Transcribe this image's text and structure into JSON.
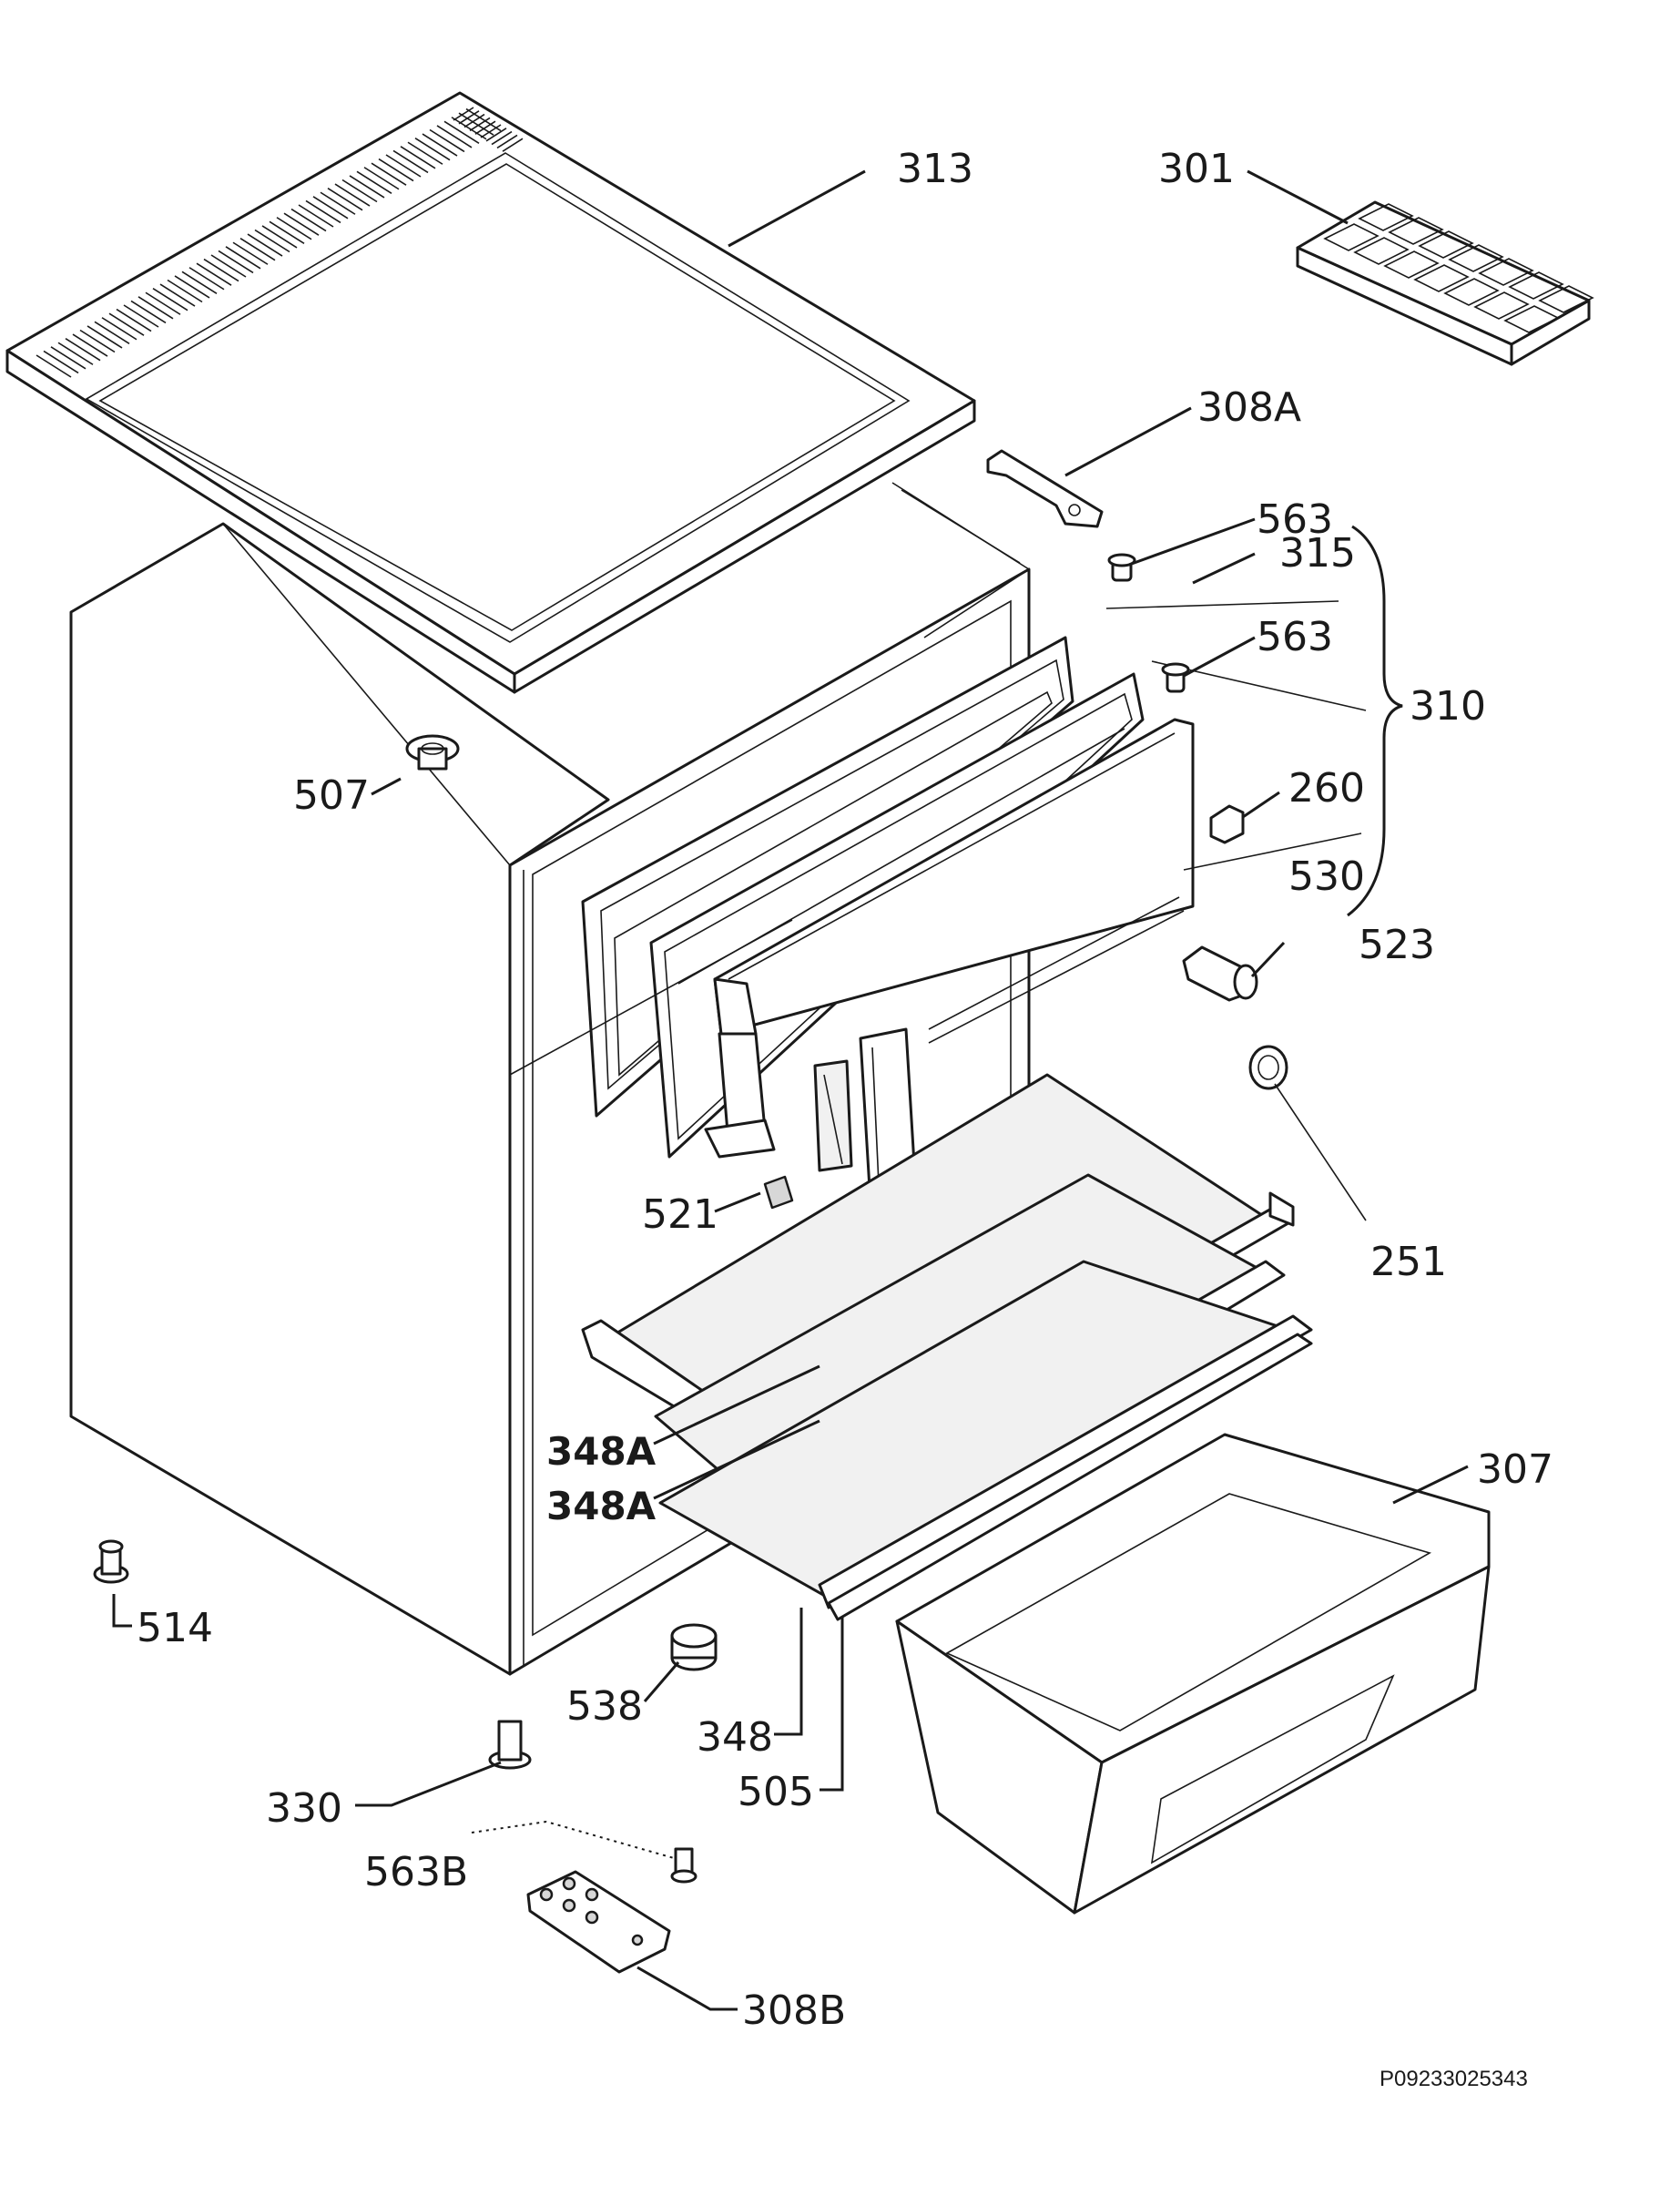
{
  "diagram": {
    "reference_code": "P09233025343",
    "callouts": {
      "c313": "313",
      "c301": "301",
      "c308a": "308A",
      "c563a": "563",
      "c315": "315",
      "c563b": "563",
      "c310": "310",
      "c260": "260",
      "c507": "507",
      "c530": "530",
      "c523": "523",
      "c251": "251",
      "c521": "521",
      "c348a1": "348A",
      "c348a2": "348A",
      "c307": "307",
      "c514": "514",
      "c538": "538",
      "c348": "348",
      "c505": "505",
      "c330": "330",
      "c563B": "563B",
      "c308b": "308B"
    }
  }
}
